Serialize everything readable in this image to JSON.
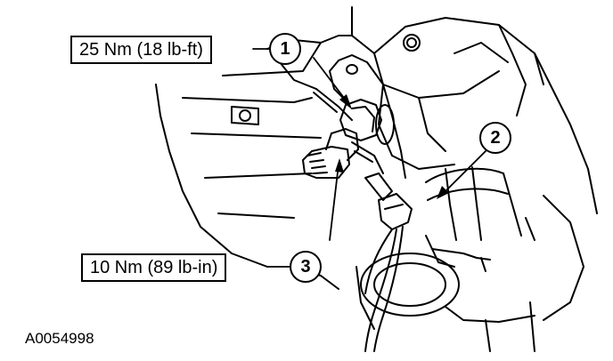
{
  "figure": {
    "figure_id": "A0054998"
  },
  "callouts": [
    {
      "number": "1",
      "torque": "25 Nm (18 lb-ft)"
    },
    {
      "number": "2",
      "torque": ""
    },
    {
      "number": "3",
      "torque": "10 Nm (89 lb-in)"
    }
  ]
}
